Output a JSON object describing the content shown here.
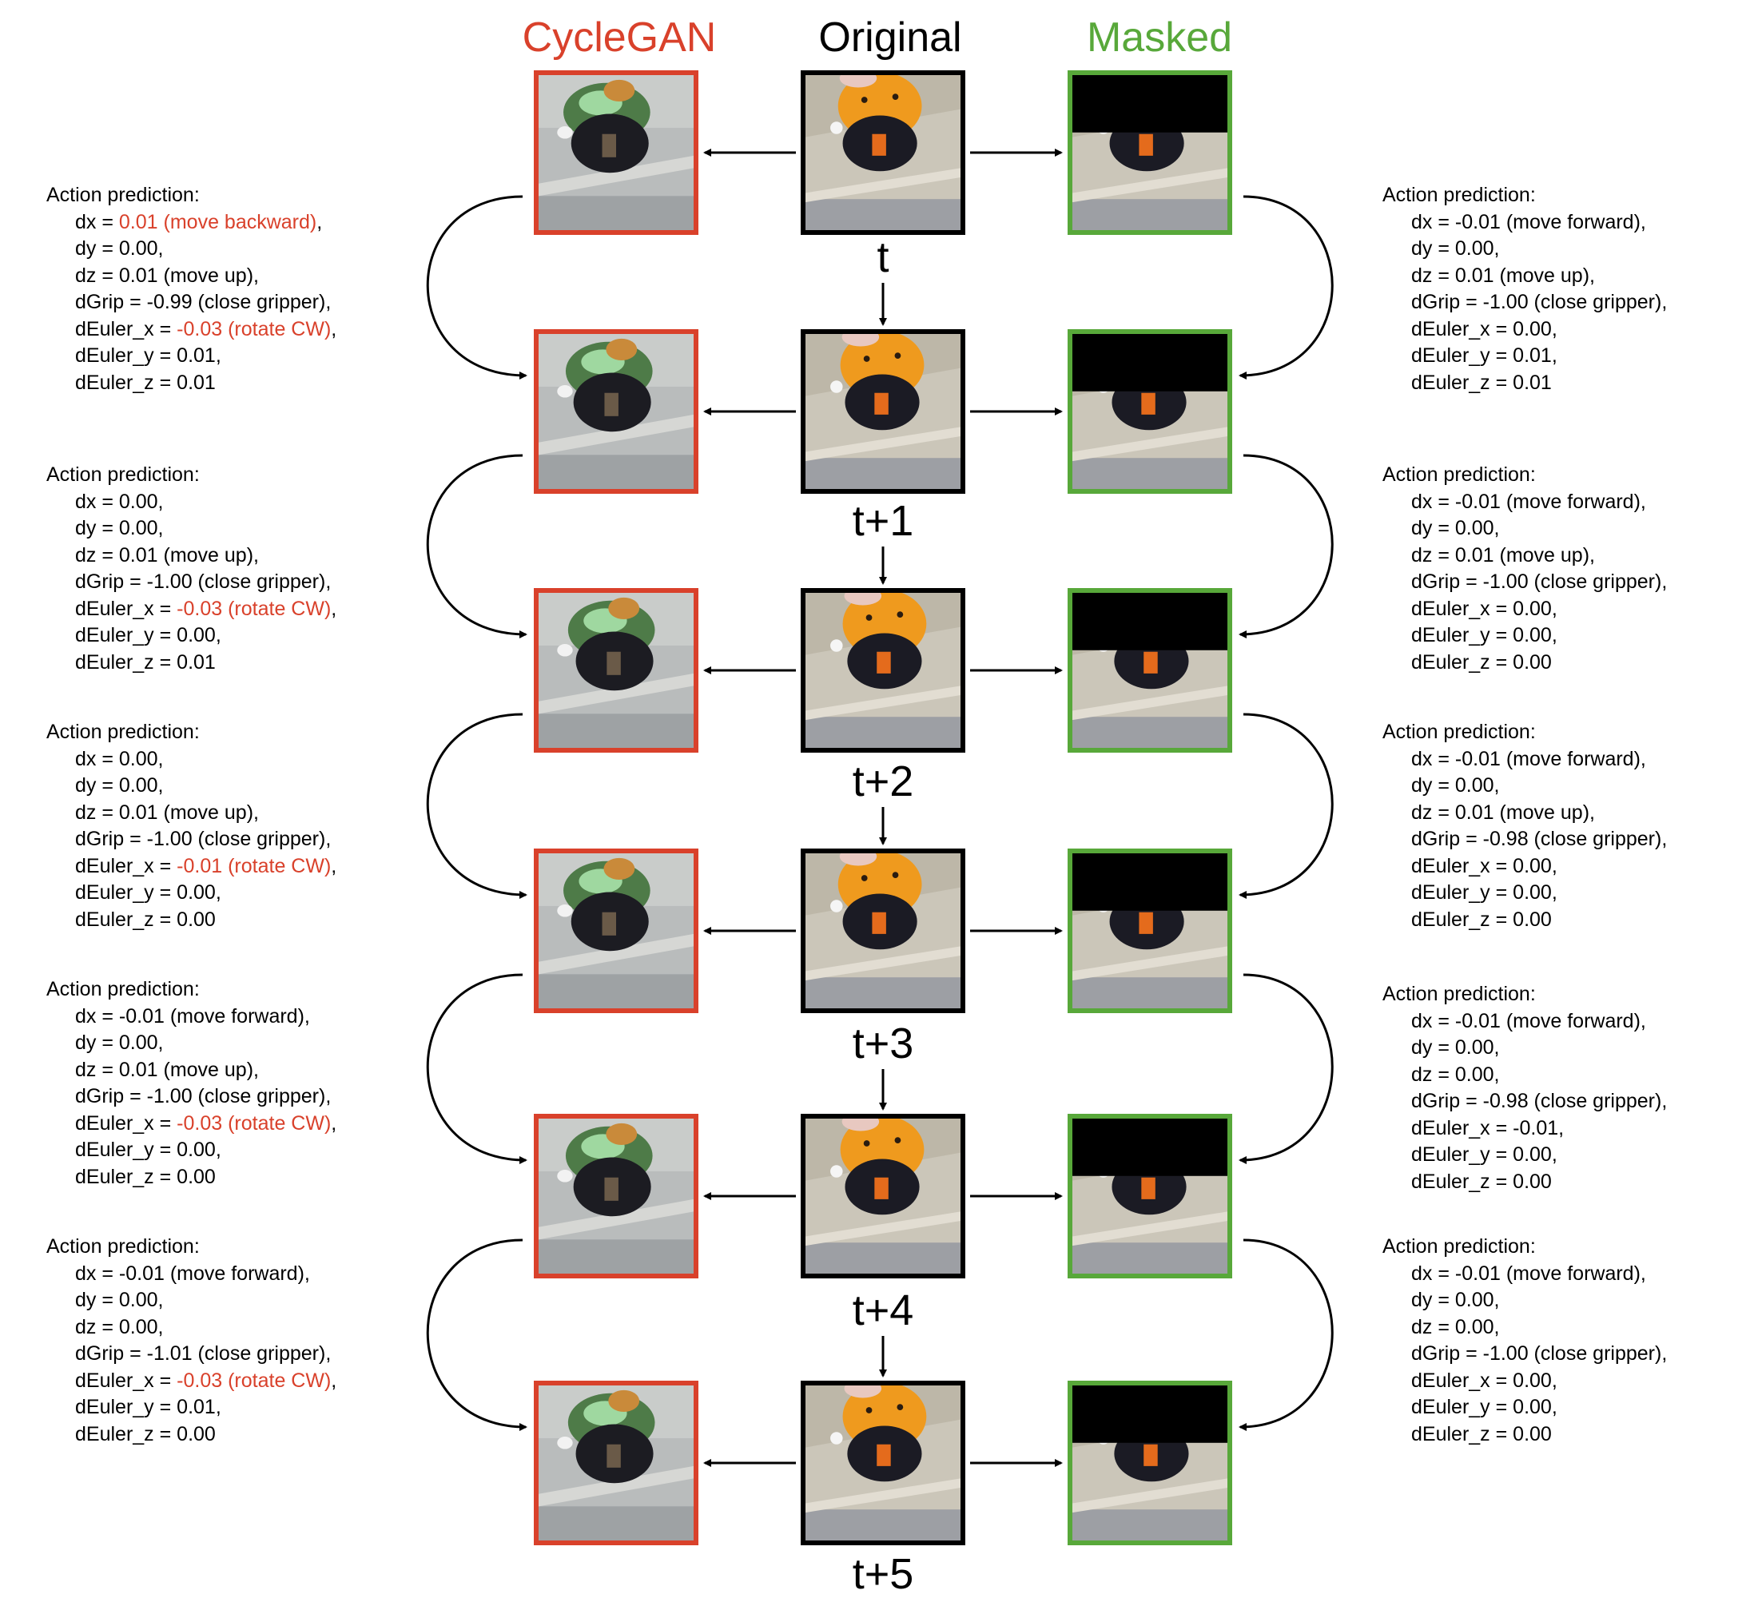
{
  "headers": {
    "left": "CycleGAN",
    "center": "Original",
    "right": "Masked"
  },
  "colors": {
    "cyclegan": "#d9412b",
    "original": "#000000",
    "masked": "#58a83a"
  },
  "time_labels": [
    "t",
    "t+1",
    "t+2",
    "t+3",
    "t+4",
    "t+5"
  ],
  "left_predictions": [
    {
      "title": "Action prediction:",
      "lines": [
        {
          "pre": "dx = ",
          "hl": "0.01 (move backward)",
          "post": ","
        },
        {
          "pre": "dy = 0.00,"
        },
        {
          "pre": "dz = 0.01 (move up),"
        },
        {
          "pre": "dGrip = -0.99 (close gripper),"
        },
        {
          "pre": "dEuler_x = ",
          "hl": "-0.03 (rotate CW)",
          "post": ","
        },
        {
          "pre": "dEuler_y = 0.01,"
        },
        {
          "pre": "dEuler_z = 0.01"
        }
      ]
    },
    {
      "title": "Action prediction:",
      "lines": [
        {
          "pre": "dx = 0.00,"
        },
        {
          "pre": "dy = 0.00,"
        },
        {
          "pre": "dz = 0.01 (move up),"
        },
        {
          "pre": "dGrip = -1.00 (close gripper),"
        },
        {
          "pre": "dEuler_x = ",
          "hl": "-0.03 (rotate CW)",
          "post": ","
        },
        {
          "pre": "dEuler_y = 0.00,"
        },
        {
          "pre": "dEuler_z = 0.01"
        }
      ]
    },
    {
      "title": "Action prediction:",
      "lines": [
        {
          "pre": "dx = 0.00,"
        },
        {
          "pre": "dy = 0.00,"
        },
        {
          "pre": "dz = 0.01 (move up),"
        },
        {
          "pre": "dGrip = -1.00 (close gripper),"
        },
        {
          "pre": "dEuler_x = ",
          "hl": "-0.01 (rotate CW)",
          "post": ","
        },
        {
          "pre": "dEuler_y = 0.00,"
        },
        {
          "pre": "dEuler_z = 0.00"
        }
      ]
    },
    {
      "title": "Action prediction:",
      "lines": [
        {
          "pre": "dx = -0.01 (move forward),"
        },
        {
          "pre": "dy = 0.00,"
        },
        {
          "pre": "dz = 0.01 (move up),"
        },
        {
          "pre": "dGrip = -1.00 (close gripper),"
        },
        {
          "pre": "dEuler_x = ",
          "hl": "-0.03 (rotate CW)",
          "post": ","
        },
        {
          "pre": "dEuler_y = 0.00,"
        },
        {
          "pre": "dEuler_z = 0.00"
        }
      ]
    },
    {
      "title": "Action prediction:",
      "lines": [
        {
          "pre": "dx = -0.01 (move forward),"
        },
        {
          "pre": "dy = 0.00,"
        },
        {
          "pre": "dz = 0.00,"
        },
        {
          "pre": "dGrip = -1.01 (close gripper),"
        },
        {
          "pre": "dEuler_x = ",
          "hl": "-0.03 (rotate CW)",
          "post": ","
        },
        {
          "pre": "dEuler_y = 0.01,"
        },
        {
          "pre": "dEuler_z = 0.00"
        }
      ]
    }
  ],
  "right_predictions": [
    {
      "title": "Action prediction:",
      "lines": [
        {
          "pre": "dx = -0.01 (move forward),"
        },
        {
          "pre": "dy = 0.00,"
        },
        {
          "pre": "dz = 0.01 (move up),"
        },
        {
          "pre": "dGrip = -1.00 (close gripper),"
        },
        {
          "pre": "dEuler_x = 0.00,"
        },
        {
          "pre": "dEuler_y = 0.01,"
        },
        {
          "pre": "dEuler_z = 0.01"
        }
      ]
    },
    {
      "title": "Action prediction:",
      "lines": [
        {
          "pre": "dx = -0.01 (move forward),"
        },
        {
          "pre": "dy = 0.00,"
        },
        {
          "pre": "dz = 0.01 (move up),"
        },
        {
          "pre": "dGrip = -1.00 (close gripper),"
        },
        {
          "pre": "dEuler_x = 0.00,"
        },
        {
          "pre": "dEuler_y = 0.00,"
        },
        {
          "pre": "dEuler_z = 0.00"
        }
      ]
    },
    {
      "title": "Action prediction:",
      "lines": [
        {
          "pre": "dx = -0.01 (move forward),"
        },
        {
          "pre": "dy = 0.00,"
        },
        {
          "pre": "dz = 0.01 (move up),"
        },
        {
          "pre": "dGrip = -0.98 (close gripper),"
        },
        {
          "pre": "dEuler_x = 0.00,"
        },
        {
          "pre": "dEuler_y = 0.00,"
        },
        {
          "pre": "dEuler_z = 0.00"
        }
      ]
    },
    {
      "title": "Action prediction:",
      "lines": [
        {
          "pre": "dx = -0.01 (move forward),"
        },
        {
          "pre": "dy = 0.00,"
        },
        {
          "pre": "dz = 0.00,"
        },
        {
          "pre": "dGrip = -0.98 (close gripper),"
        },
        {
          "pre": "dEuler_x = -0.01,"
        },
        {
          "pre": "dEuler_y = 0.00,"
        },
        {
          "pre": "dEuler_z = 0.00"
        }
      ]
    },
    {
      "title": "Action prediction:",
      "lines": [
        {
          "pre": "dx = -0.01 (move forward),"
        },
        {
          "pre": "dy = 0.00,"
        },
        {
          "pre": "dz = 0.00,"
        },
        {
          "pre": "dGrip = -1.00 (close gripper),"
        },
        {
          "pre": "dEuler_x = 0.00,"
        },
        {
          "pre": "dEuler_y = 0.00,"
        },
        {
          "pre": "dEuler_z = 0.00"
        }
      ]
    }
  ]
}
